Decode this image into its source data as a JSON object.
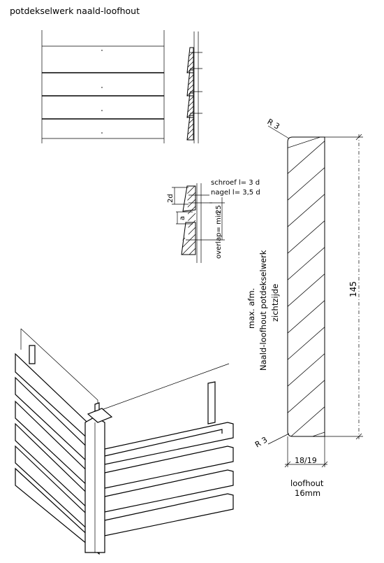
{
  "title": "potdekselwerk  naald-loofhout",
  "detail": {
    "screw": "schroef  l= 3  d",
    "nail": "nagel l= 3,5  d",
    "dim_2d": "2d",
    "dim_a": "a",
    "dim_25": "25",
    "overlap": "overlap= min"
  },
  "profile": {
    "radius_top": "R 3",
    "radius_bottom": "R 3",
    "height": "145",
    "thickness": "18/19",
    "caption_line1": "max. afm.",
    "caption_line2": "Naald-loofhout potdekselwerk",
    "caption_line3": "zichtzijde",
    "material_line1": "loofhout",
    "material_line2": "16mm"
  }
}
